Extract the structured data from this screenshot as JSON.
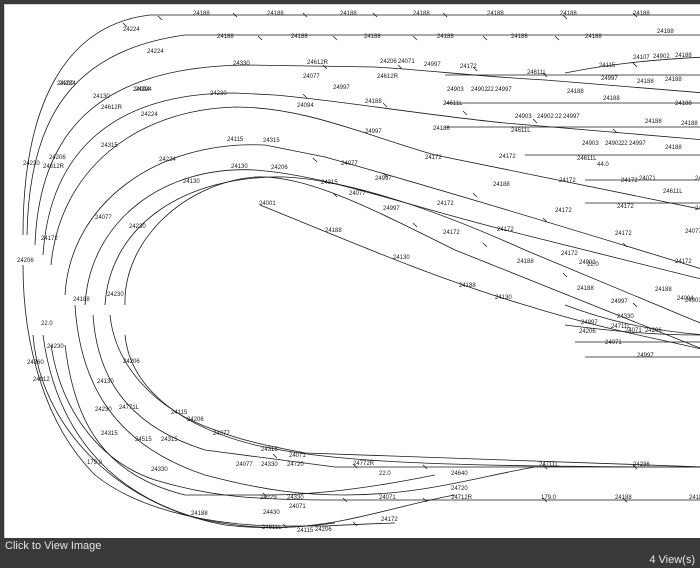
{
  "caption": {
    "click_label": "Click to View Image",
    "views_label": "4 View(s)"
  },
  "track_labels": [
    "24188",
    "24188",
    "24188",
    "24188",
    "24188",
    "24188",
    "24188",
    "24224",
    "24224",
    "24224",
    "24224",
    "24188",
    "24188",
    "24188",
    "24188",
    "24188",
    "24188",
    "24188",
    "24330",
    "24612R",
    "24206",
    "24071",
    "24997",
    "24172",
    "24611L",
    "24115",
    "24107",
    "24902",
    "24188",
    "24077",
    "24612R",
    "24997",
    "24188",
    "24997",
    "24188",
    "24200",
    "24130",
    "24612R",
    "24094",
    "24903",
    "24902",
    "22",
    "24997",
    "24188",
    "24188",
    "24230",
    "24094",
    "24188",
    "24611L",
    "24188",
    "24903",
    "24902",
    "22",
    "24997",
    "24188",
    "24224",
    "24997",
    "24188",
    "24611L",
    "24188",
    "24315",
    "24115",
    "24315",
    "24903",
    "24902",
    "22",
    "24997",
    "24188",
    "24206",
    "24612R",
    "24224",
    "24172",
    "24172",
    "24611L",
    "44.0",
    "24071",
    "24188",
    "24230",
    "24130",
    "24206",
    "24077",
    "24172",
    "24172",
    "24611L",
    "24130",
    "24315",
    "24997",
    "24188",
    "24172",
    "24172",
    "24077",
    "24188",
    "24172",
    "24172",
    "24077",
    "24001",
    "24997",
    "24172",
    "24172",
    "24077",
    "24206",
    "24188",
    "24172",
    "24172",
    "24903",
    "22.0",
    "24172",
    "24230",
    "24130",
    "24188",
    "24188",
    "24188",
    "24188",
    "24188",
    "24230",
    "24130",
    "24997",
    "24094",
    "24903",
    "22.0",
    "24230",
    "24330",
    "24997",
    "24711L",
    "24071",
    "24206",
    "24206",
    "24071",
    "24997",
    "24360",
    "24912",
    "24206",
    "24130",
    "24230",
    "24771L",
    "24115",
    "24206",
    "24077",
    "24315",
    "24515",
    "24315",
    "24315",
    "24071",
    "24720",
    "24077",
    "24330",
    "24772R",
    "179.0",
    "24330",
    "22.0",
    "24640",
    "24711L",
    "24236",
    "24229",
    "24330",
    "24071",
    "24071",
    "24720",
    "24712R",
    "179.0",
    "24188",
    "24188",
    "24188",
    "24430",
    "24611L",
    "24115",
    "24206",
    "24172",
    "24001"
  ]
}
